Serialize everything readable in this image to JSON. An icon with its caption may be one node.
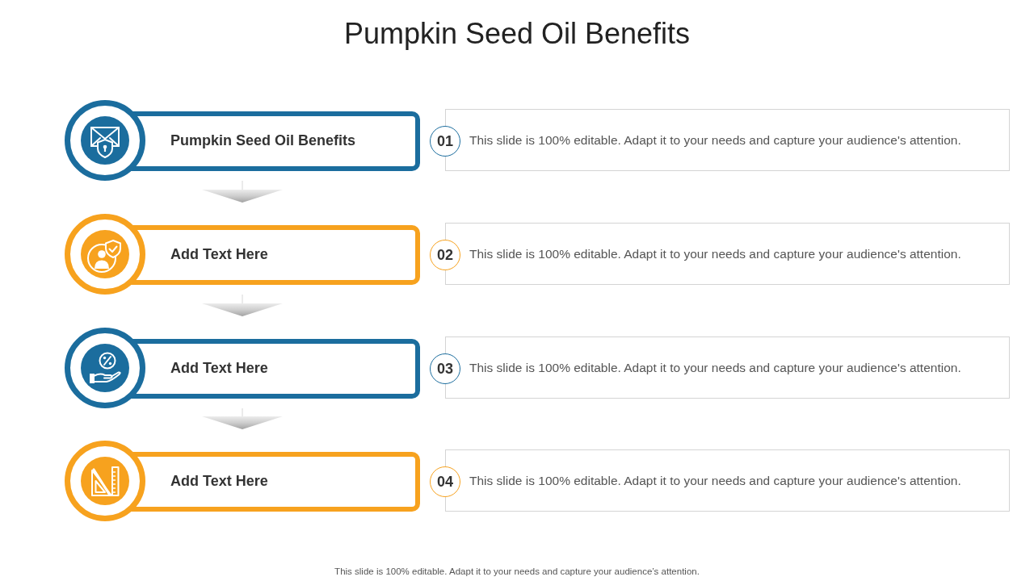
{
  "diagram": {
    "title": "Pumpkin Seed Oil Benefits",
    "nodes": [
      {
        "text": [
          "Pumpkin Seed Oil Benefits"
        ]
      },
      {
        "text": [
          "01"
        ]
      },
      {
        "text": [
          "This slide is 100% editable. Adapt it to your needs and capture your audience's attention."
        ]
      },
      {
        "text": [
          "Add Text Here"
        ]
      },
      {
        "text": [
          "02"
        ]
      },
      {
        "text": [
          "This slide is 100% editable. Adapt it to your needs and capture your audience's attention."
        ]
      },
      {
        "text": [
          "Add Text Here"
        ]
      },
      {
        "text": [
          "03"
        ]
      },
      {
        "text": [
          "This slide is 100% editable. Adapt it to your needs and capture your audience's attention."
        ]
      },
      {
        "text": [
          "Add Text Here"
        ]
      },
      {
        "text": [
          "04"
        ]
      },
      {
        "text": [
          "This slide is 100% editable. Adapt it to your needs and capture your audience's attention."
        ]
      }
    ],
    "edges": [
      {
        "from": 0,
        "to": 3,
        "arrow": "to"
      },
      {
        "from": 3,
        "to": 6,
        "arrow": "to"
      },
      {
        "from": 6,
        "to": 9,
        "arrow": "to"
      }
    ],
    "caption": "This slide is 100% editable. Adapt it to your needs and capture your audience’s attention."
  }
}
